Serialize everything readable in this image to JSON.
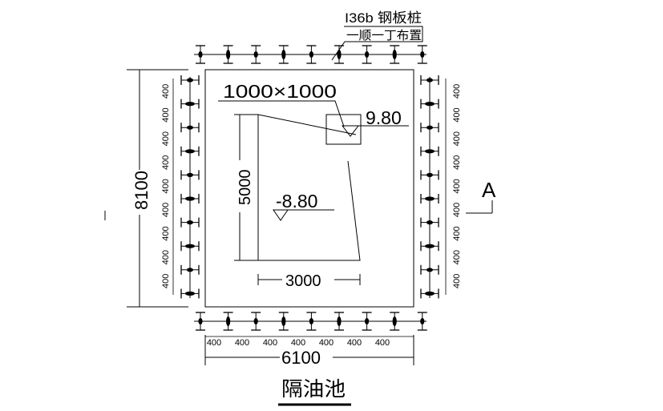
{
  "notes": {
    "pile_spec": "I36b 钢板桩",
    "pile_layout": "一顺一丁布置"
  },
  "plan": {
    "size_label": "1000×1000",
    "top_elevation": "9.80",
    "bottom_elevation": "-8.80",
    "inner_height": "5000",
    "inner_width": "3000",
    "overall_height": "8100",
    "overall_width": "6100",
    "pile_spacing": "400",
    "section_mark": "A",
    "title": "隔油池"
  }
}
